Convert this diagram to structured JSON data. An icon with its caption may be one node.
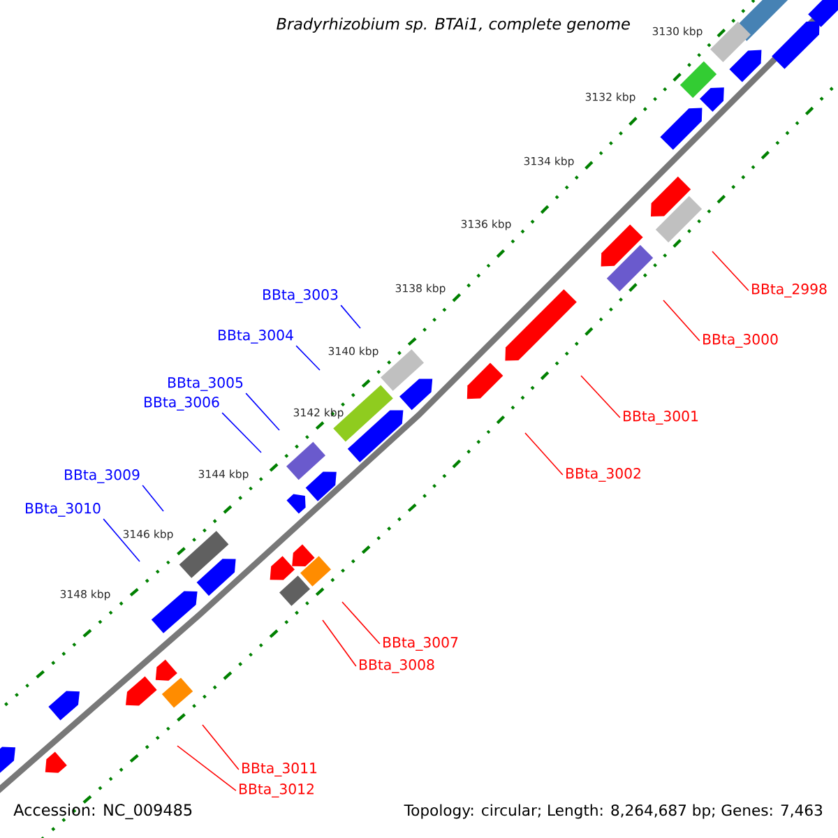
{
  "diagram": {
    "title": "Bradyrhizobium sp. BTAi1, complete genome",
    "nodes": [
      {
        "text": [
          "BBta_3003"
        ]
      },
      {
        "text": [
          "BBta_2998"
        ]
      },
      {
        "text": [
          "BBta_3004"
        ]
      },
      {
        "text": [
          "BBta_3000"
        ]
      },
      {
        "text": [
          "BBta_3005"
        ]
      },
      {
        "text": [
          "BBta_3006"
        ]
      },
      {
        "text": [
          "BBta_3001"
        ]
      },
      {
        "text": [
          "BBta_3002"
        ]
      },
      {
        "text": [
          "BBta_3009"
        ]
      },
      {
        "text": [
          "BBta_3010"
        ]
      },
      {
        "text": [
          "BBta_3007"
        ]
      },
      {
        "text": [
          "BBta_3008"
        ]
      },
      {
        "text": [
          "BBta_3011"
        ]
      },
      {
        "text": [
          "BBta_3012"
        ]
      }
    ],
    "edges": [
      {
        "from": 0,
        "to": null,
        "arrow": "none",
        "color": "#0000ff"
      },
      {
        "from": 1,
        "to": null,
        "arrow": "none",
        "color": "#ff0000"
      },
      {
        "from": 2,
        "to": null,
        "arrow": "none",
        "color": "#0000ff"
      },
      {
        "from": 3,
        "to": null,
        "arrow": "none",
        "color": "#ff0000"
      },
      {
        "from": 4,
        "to": null,
        "arrow": "none",
        "color": "#0000ff"
      },
      {
        "from": 5,
        "to": null,
        "arrow": "none",
        "color": "#0000ff"
      },
      {
        "from": 6,
        "to": null,
        "arrow": "none",
        "color": "#ff0000"
      },
      {
        "from": 7,
        "to": null,
        "arrow": "none",
        "color": "#ff0000"
      },
      {
        "from": 8,
        "to": null,
        "arrow": "none",
        "color": "#0000ff"
      },
      {
        "from": 9,
        "to": null,
        "arrow": "none",
        "color": "#0000ff"
      },
      {
        "from": 10,
        "to": null,
        "arrow": "none",
        "color": "#ff0000"
      },
      {
        "from": 11,
        "to": null,
        "arrow": "none",
        "color": "#ff0000"
      },
      {
        "from": 12,
        "to": null,
        "arrow": "none",
        "color": "#ff0000"
      },
      {
        "from": 13,
        "to": null,
        "arrow": "none",
        "color": "#ff0000"
      }
    ],
    "labels": [
      "3130 kbp",
      "3132 kbp",
      "3134 kbp",
      "3136 kbp",
      "3138 kbp",
      "3140 kbp",
      "3142 kbp",
      "3144 kbp",
      "3146 kbp",
      "3148 kbp",
      "Accession: NC_009485",
      "Topology: circular; Length: 8,264,687 bp; Genes: 7,463"
    ]
  }
}
